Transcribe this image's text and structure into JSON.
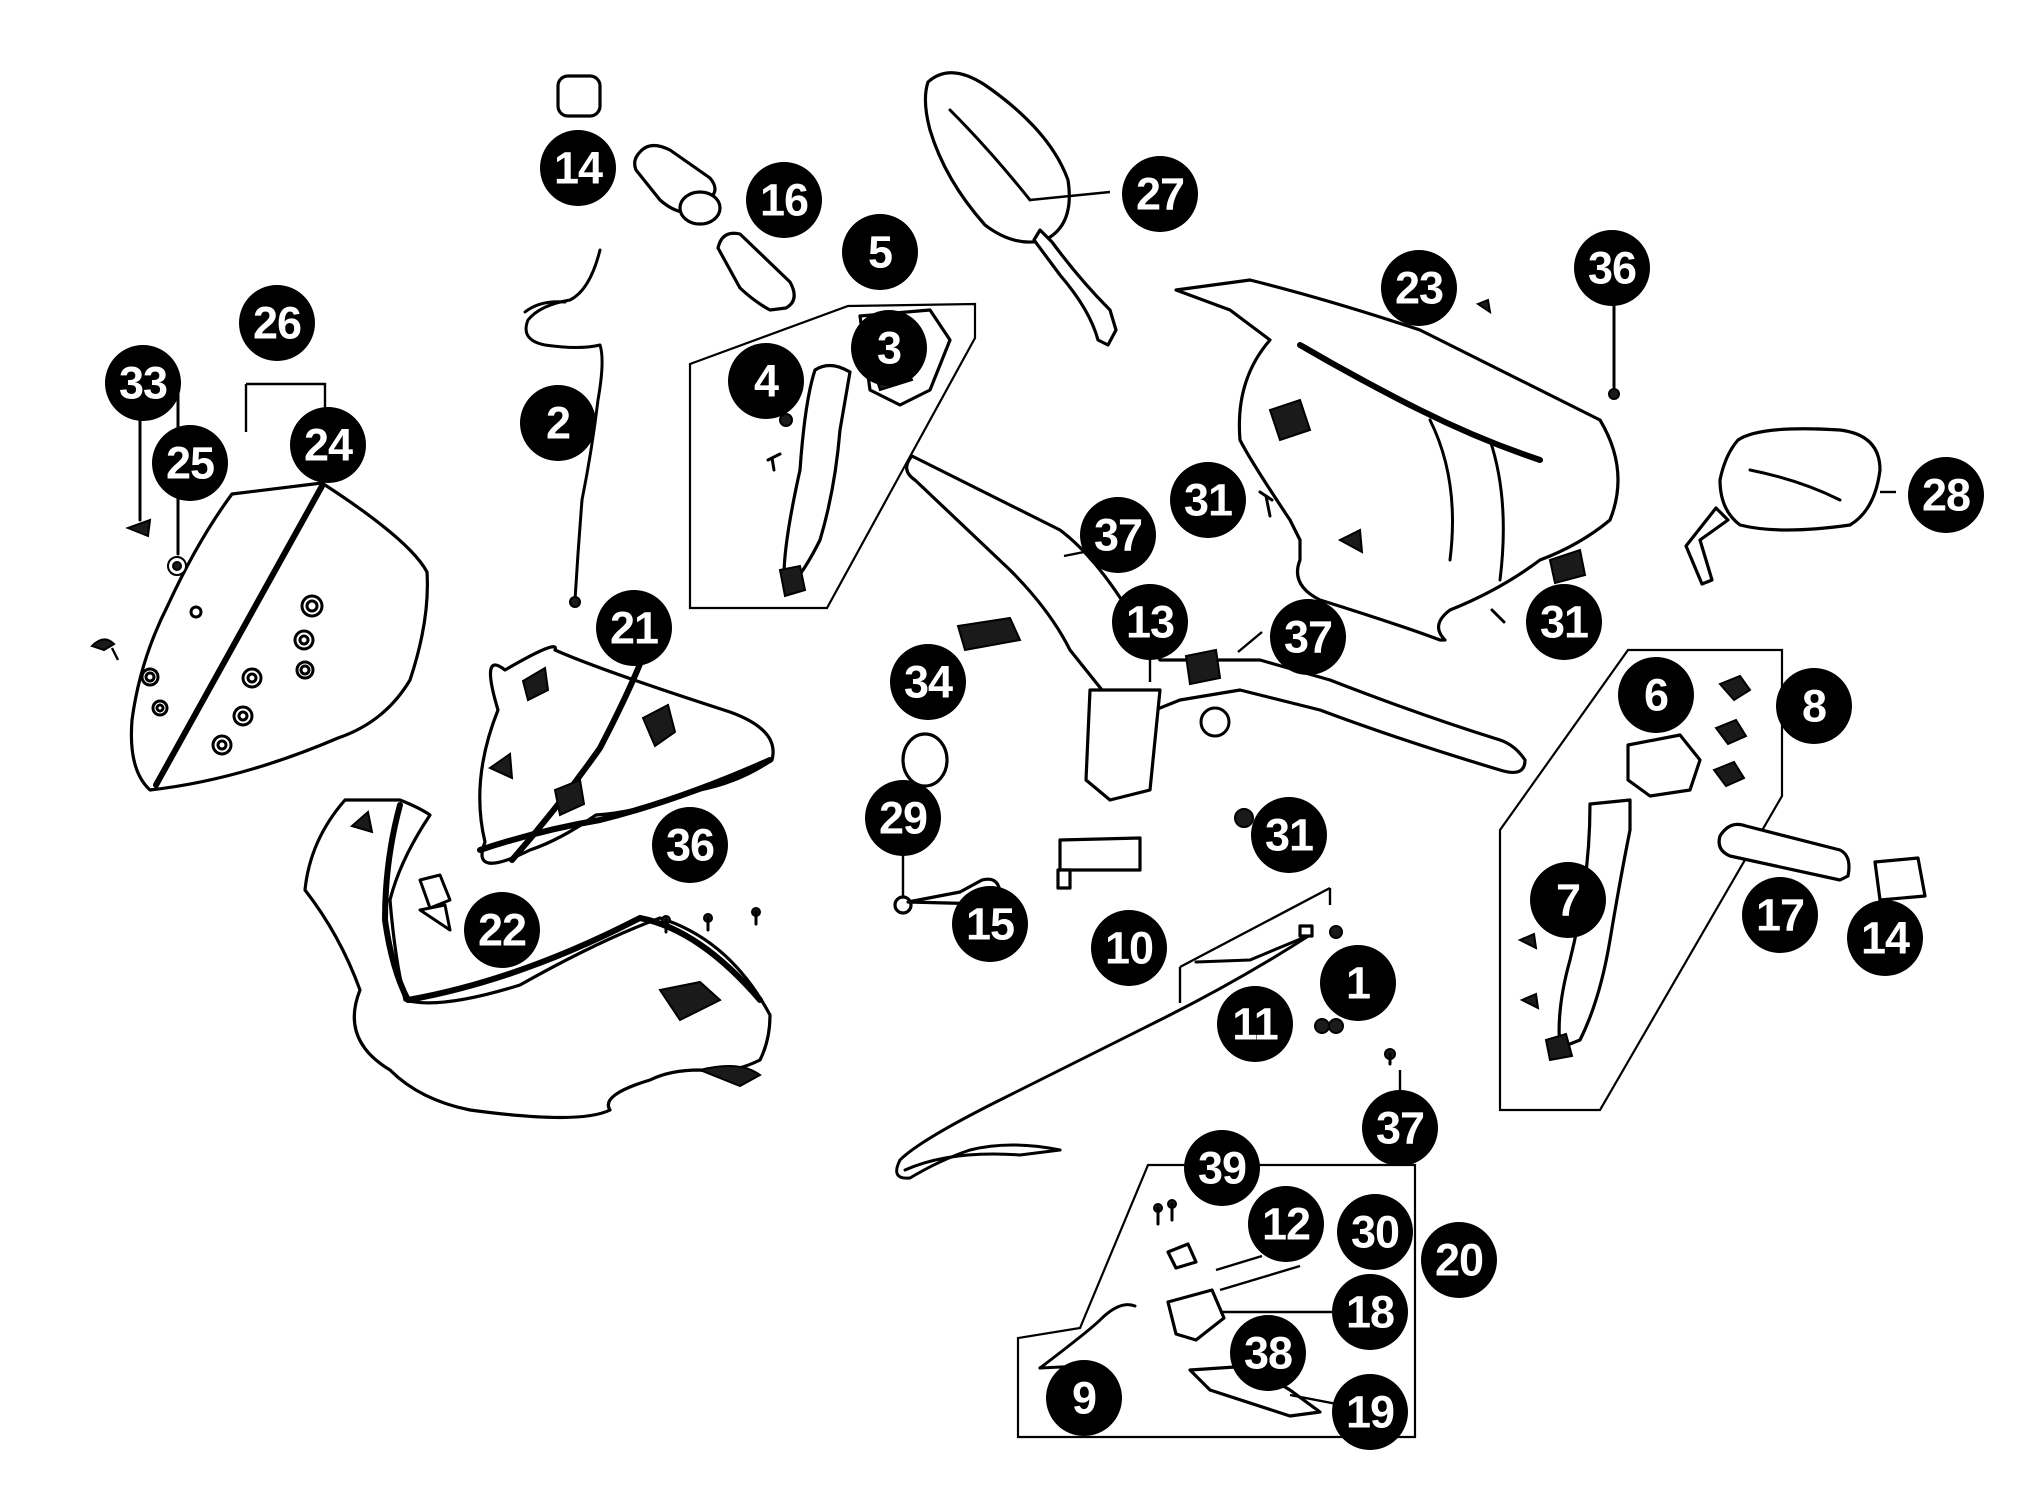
{
  "callouts": [
    {
      "label": "1"
    },
    {
      "label": "2"
    },
    {
      "label": "3"
    },
    {
      "label": "4"
    },
    {
      "label": "5"
    },
    {
      "label": "6"
    },
    {
      "label": "7"
    },
    {
      "label": "8"
    },
    {
      "label": "9"
    },
    {
      "label": "10"
    },
    {
      "label": "11"
    },
    {
      "label": "12"
    },
    {
      "label": "13"
    },
    {
      "label": "14"
    },
    {
      "label": "14"
    },
    {
      "label": "15"
    },
    {
      "label": "16"
    },
    {
      "label": "17"
    },
    {
      "label": "18"
    },
    {
      "label": "19"
    },
    {
      "label": "20"
    },
    {
      "label": "21"
    },
    {
      "label": "22"
    },
    {
      "label": "23"
    },
    {
      "label": "24"
    },
    {
      "label": "25"
    },
    {
      "label": "26"
    },
    {
      "label": "27"
    },
    {
      "label": "28"
    },
    {
      "label": "29"
    },
    {
      "label": "30"
    },
    {
      "label": "31"
    },
    {
      "label": "31"
    },
    {
      "label": "31"
    },
    {
      "label": "33"
    },
    {
      "label": "34"
    },
    {
      "label": "36"
    },
    {
      "label": "36"
    },
    {
      "label": "37"
    },
    {
      "label": "37"
    },
    {
      "label": "37"
    },
    {
      "label": "38"
    },
    {
      "label": "39"
    }
  ]
}
